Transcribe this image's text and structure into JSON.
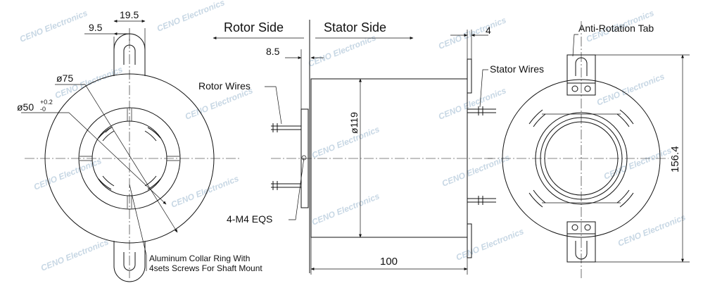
{
  "watermark": "CENO Electronics",
  "front_view": {
    "dim_tab_width": "19.5",
    "dim_tab_offset": "9.5",
    "dim_outer_diameter": "ø75",
    "dim_bore_main": "ø50",
    "dim_bore_tol_upper": "+0.2",
    "dim_bore_tol_lower": "-0",
    "note_line1": "Aluminum Collar Ring With",
    "note_line2": "4sets Screws For Shaft Mount"
  },
  "side_view": {
    "rotor_side": "Rotor Side",
    "stator_side": "Stator Side",
    "dim_flange_offset": "8.5",
    "dim_tab_thickness": "4",
    "rotor_wires": "Rotor Wires",
    "stator_wires": "Stator Wires",
    "dim_body_diameter": "ø119",
    "mount_holes": "4-M4 EQS",
    "dim_length": "100"
  },
  "rear_view": {
    "anti_rotation_tab": "Anti-Rotation Tab",
    "dim_overall_height": "156.4"
  }
}
